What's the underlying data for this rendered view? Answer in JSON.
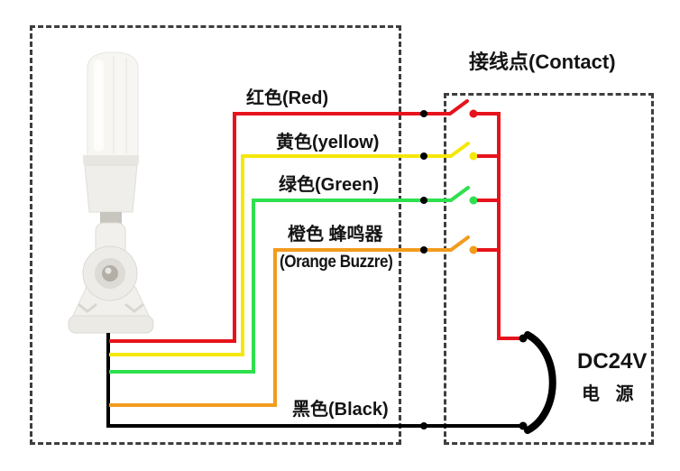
{
  "diagram": {
    "contact_title": "接线点(Contact)",
    "power": {
      "voltage": "DC24V",
      "supply": "电 源"
    }
  },
  "wires": {
    "red": {
      "label": "红色(Red)",
      "color": "#e6131c"
    },
    "yellow": {
      "label": "黄色(yellow)",
      "color": "#f5e70a"
    },
    "green": {
      "label": "绿色(Green)",
      "color": "#2ee04e"
    },
    "orange": {
      "label": "橙色 蜂鸣器",
      "label_en": "(Orange Buzzre)",
      "color": "#f29b1d"
    },
    "black": {
      "label": "黑色(Black)",
      "color": "#000000"
    }
  },
  "colors": {
    "bus": "#e6131c",
    "junction_dot": "#000000",
    "power_arc": "#000000"
  }
}
